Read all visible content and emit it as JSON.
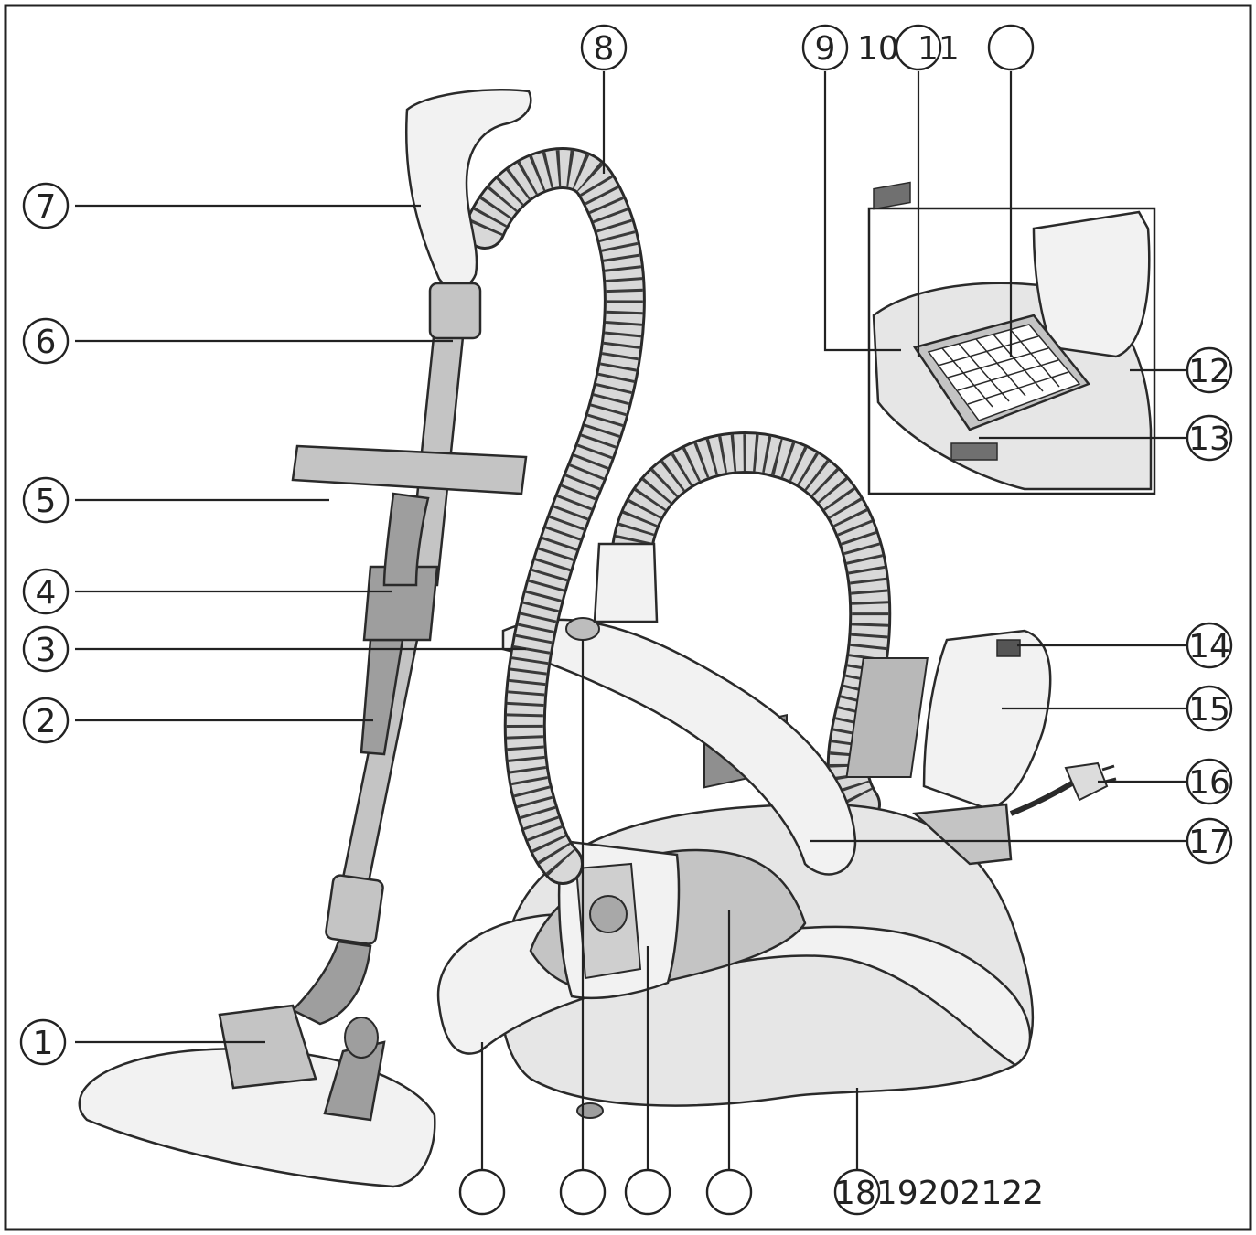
{
  "callouts": [
    {
      "id": "c1",
      "label": "1"
    },
    {
      "id": "c2",
      "label": "2"
    },
    {
      "id": "c3",
      "label": "3"
    },
    {
      "id": "c4",
      "label": "4"
    },
    {
      "id": "c5",
      "label": "5"
    },
    {
      "id": "c6",
      "label": "6"
    },
    {
      "id": "c7",
      "label": "7"
    },
    {
      "id": "c8",
      "label": "8"
    },
    {
      "id": "c9",
      "label": "9"
    },
    {
      "id": "c10",
      "label": "10"
    },
    {
      "id": "c11",
      "label": "11"
    },
    {
      "id": "c12",
      "label": "12"
    },
    {
      "id": "c13",
      "label": "13"
    },
    {
      "id": "c14",
      "label": "14"
    },
    {
      "id": "c15",
      "label": "15"
    },
    {
      "id": "c16",
      "label": "16"
    },
    {
      "id": "c17",
      "label": "17"
    }
  ],
  "bottom_sequence": "1819202122",
  "colors": {
    "frame": "#222222",
    "line": "#222222",
    "body": "#e6e6e6"
  }
}
